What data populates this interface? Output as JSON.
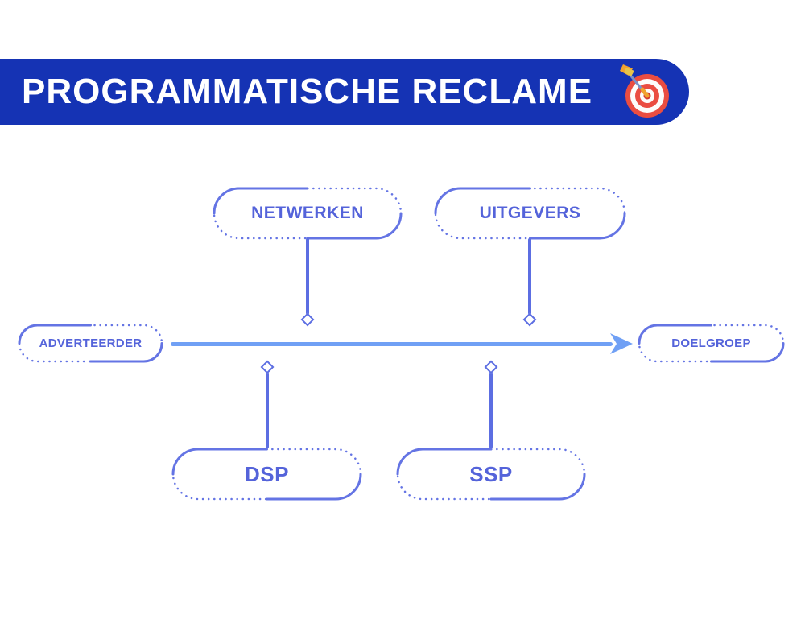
{
  "title_banner": {
    "title": "PROGRAMMATISCHE RECLAME",
    "icon": "dartboard-emoji"
  },
  "colors": {
    "banner_bg": "#1533b4",
    "title_text": "#ffffff",
    "node_border": "#6474e4",
    "node_label": "#5463da",
    "connector": "#5c6ee2",
    "arrow": "#70a0f5"
  },
  "diagram": {
    "flow": {
      "from": "ADVERTEERDER",
      "to": "DOELGROEP",
      "direction": "left-to-right"
    },
    "nodes": {
      "adverteerder": {
        "label": "ADVERTEERDER"
      },
      "netwerken": {
        "label": "NETWERKEN"
      },
      "uitgevers": {
        "label": "UITGEVERS"
      },
      "dsp": {
        "label": "DSP"
      },
      "ssp": {
        "label": "SSP"
      },
      "doelgroep": {
        "label": "DOELGROEP"
      }
    },
    "above_line": [
      "netwerken",
      "uitgevers"
    ],
    "below_line": [
      "dsp",
      "ssp"
    ]
  }
}
